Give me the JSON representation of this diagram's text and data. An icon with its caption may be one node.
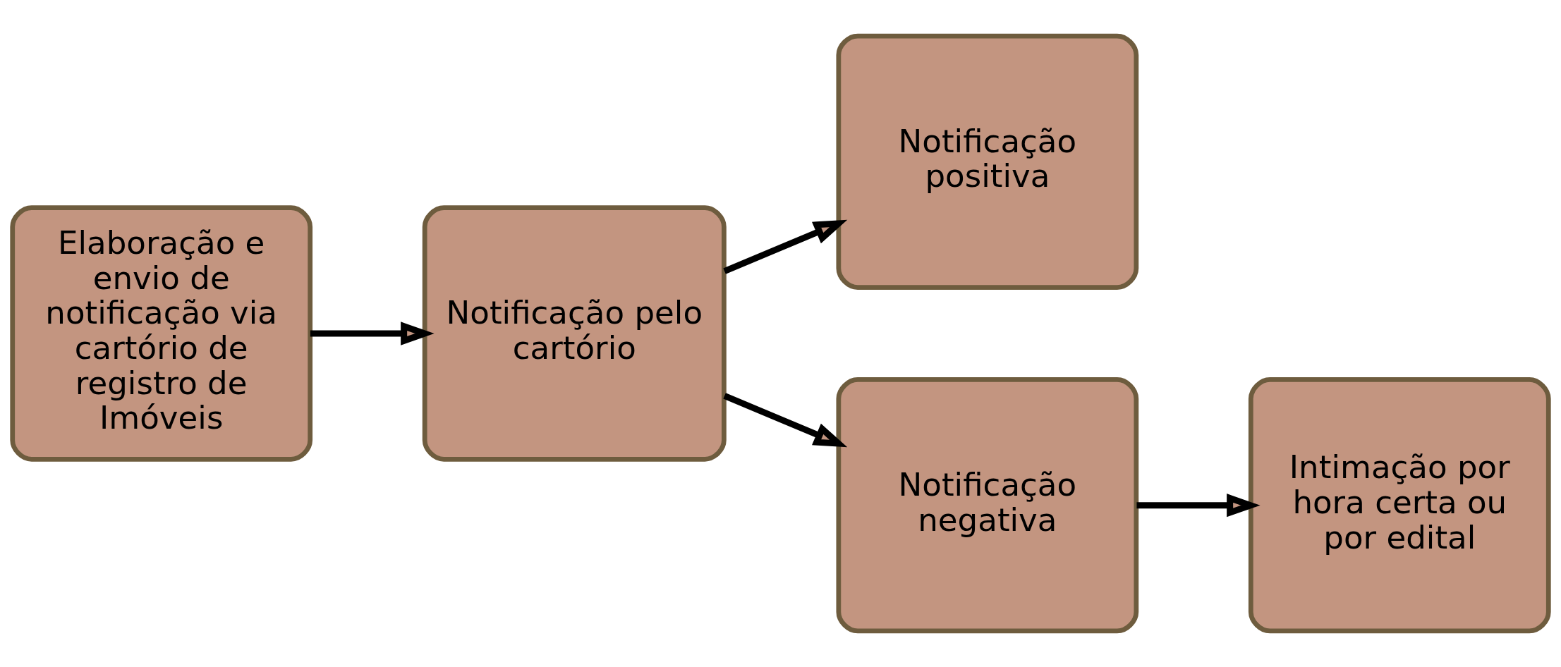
{
  "diagram": {
    "nodes": [
      {
        "text": [
          "Elaboração e envio de notificação via cartório de registro de Imóveis"
        ]
      },
      {
        "text": [
          "Notificação pelo cartório"
        ]
      },
      {
        "text": [
          "Notificação positiva"
        ]
      },
      {
        "text": [
          "Notificação negativa"
        ]
      },
      {
        "text": [
          "Intimação por hora certa ou por edital"
        ]
      }
    ],
    "edges": [
      {
        "from": 0,
        "to": 1,
        "arrow": "to"
      },
      {
        "from": 1,
        "to": 2,
        "arrow": "to"
      },
      {
        "from": 1,
        "to": 3,
        "arrow": "to"
      },
      {
        "from": 3,
        "to": 4,
        "arrow": "to"
      }
    ]
  }
}
